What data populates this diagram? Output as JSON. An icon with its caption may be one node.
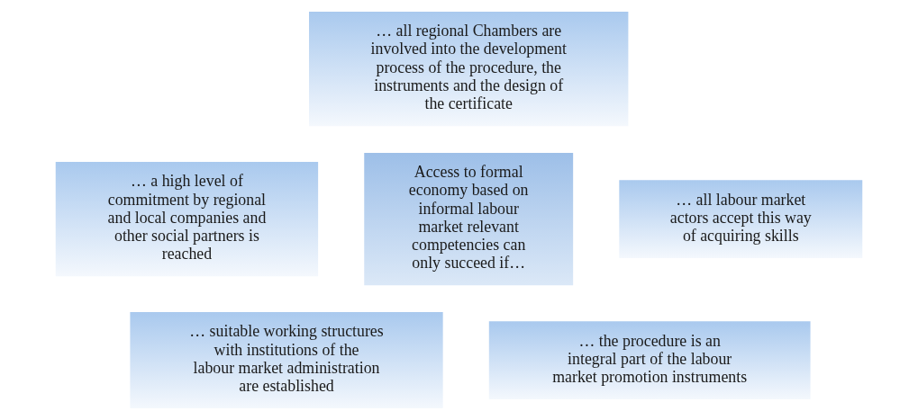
{
  "diagram": {
    "nodes": [
      {
        "text": [
          "… all regional Chambers are involved into the development process of the procedure, the instruments and the design of the certificate"
        ]
      },
      {
        "text": [
          "… a high level of commitment by regional and local companies and other social partners is reached"
        ]
      },
      {
        "text": [
          "Access to formal economy based on informal labour market relevant competencies can only succeed if…"
        ]
      },
      {
        "text": [
          "… all labour market actors accept this way of acquiring skills"
        ]
      },
      {
        "text": [
          "… suitable working structures with institutions of the labour market administration are established"
        ]
      },
      {
        "text": [
          "… the procedure is an integral part of the labour market promotion instruments"
        ]
      }
    ],
    "edges": []
  }
}
